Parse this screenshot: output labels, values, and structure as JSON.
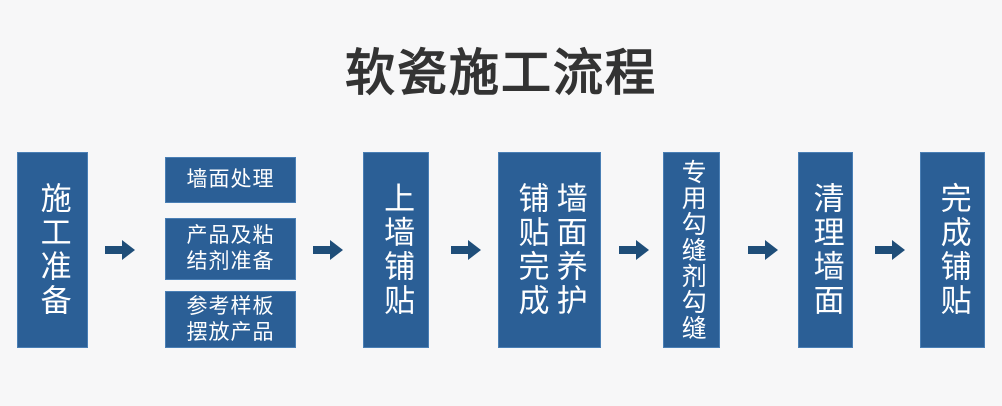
{
  "page": {
    "title": "软瓷施工流程",
    "background_color": "#f7f7f8",
    "title_color": "#333333",
    "box_fill_color": "#2b5f96",
    "box_border_color": "#4a7fb5",
    "arrow_color": "#1f4e79",
    "box_text_color": "#ffffff"
  },
  "flow": {
    "steps": [
      {
        "id": "step-1",
        "label": "施工准备",
        "orientation": "vertical"
      },
      {
        "id": "step-2",
        "label": "上墙铺贴",
        "orientation": "vertical"
      },
      {
        "id": "step-3",
        "label_col_right": "墙面养护",
        "label_col_left": "铺贴完成",
        "orientation": "vertical-two-column"
      },
      {
        "id": "step-4",
        "label": "专用勾缝剂勾缝",
        "orientation": "vertical"
      },
      {
        "id": "step-5",
        "label": "清理墙面",
        "orientation": "vertical"
      },
      {
        "id": "step-6",
        "label": "完成铺贴",
        "orientation": "vertical"
      }
    ],
    "substeps": [
      {
        "id": "substep-1",
        "label": "墙面处理"
      },
      {
        "id": "substep-2",
        "label": "产品及粘\n结剂准备"
      },
      {
        "id": "substep-3",
        "label": "参考样板\n摆放产品"
      }
    ],
    "arrow_glyph": "arrow-right"
  }
}
